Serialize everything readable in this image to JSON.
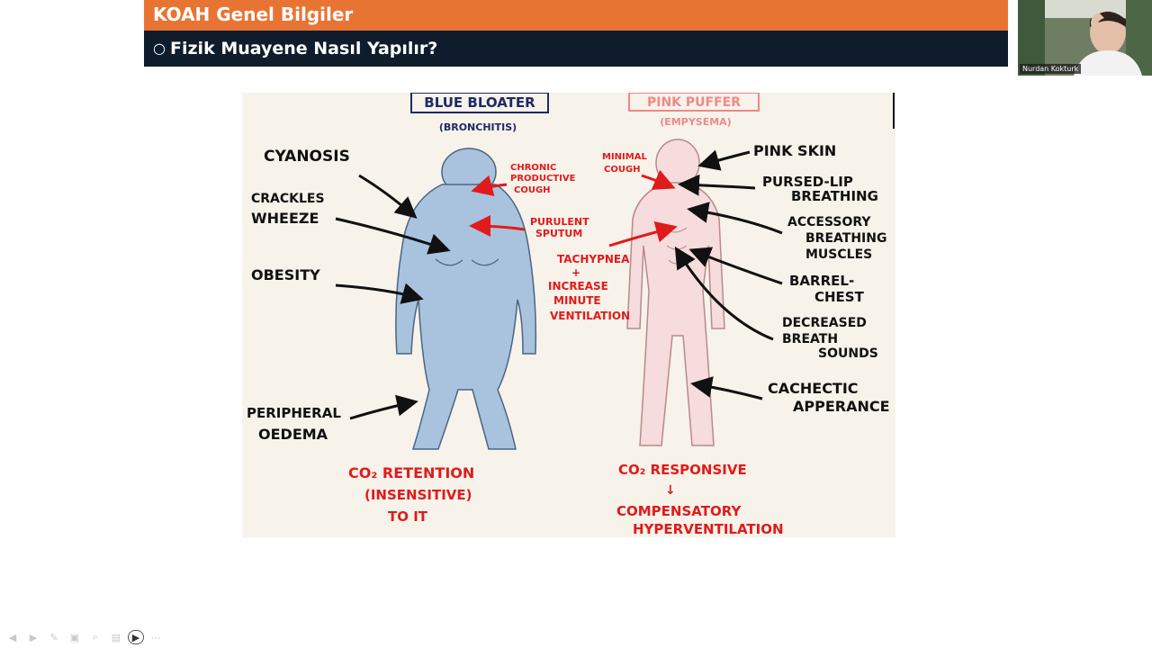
{
  "slide": {
    "title": "KOAH Genel Bilgiler",
    "subtitle_bullet": "○",
    "subtitle": "Fizik Muayene Nasıl Yapılır?"
  },
  "webcam": {
    "participant_name": "Nurdan Kokturk"
  },
  "figure": {
    "left_heading": "BLUE BLOATER",
    "left_subheading": "(BRONCHITIS)",
    "right_heading": "PINK PUFFER",
    "right_subheading": "(EMPYSEMA)",
    "left_labels": {
      "cyanosis": "CYANOSIS",
      "crackles": "CRACKLES",
      "wheeze": "WHEEZE",
      "obesity": "OBESITY",
      "peripheral": "PERIPHERAL",
      "oedema": "OEDEMA"
    },
    "left_red_labels": {
      "chronic_1": "CHRONIC",
      "chronic_2": "PRODUCTIVE",
      "chronic_3": "COUGH",
      "purulent_1": "PURULENT",
      "purulent_2": "SPUTUM"
    },
    "middle_red_labels": {
      "minimal_1": "MINIMAL",
      "minimal_2": "COUGH",
      "tachy_1": "TACHYPNEA",
      "tachy_2": "+",
      "tachy_3": "INCREASE",
      "tachy_4": "MINUTE",
      "tachy_5": "VENTILATION"
    },
    "right_labels": {
      "pink_skin": "PINK SKIN",
      "pursed_1": "PURSED-LIP",
      "pursed_2": "BREATHING",
      "accessory_1": "ACCESSORY",
      "accessory_2": "BREATHING",
      "accessory_3": "MUSCLES",
      "barrel_1": "BARREL-",
      "barrel_2": "CHEST",
      "decreased_1": "DECREASED",
      "decreased_2": "BREATH",
      "decreased_3": "SOUNDS",
      "cachectic_1": "CACHECTIC",
      "cachectic_2": "APPERANCE"
    },
    "bottom_left": {
      "line1": "CO₂ RETENTION",
      "line2": "(INSENSITIVE)",
      "line3": "TO IT"
    },
    "bottom_right": {
      "line1": "CO₂ RESPONSIVE",
      "line2": "↓",
      "line3": "COMPENSATORY",
      "line4": "HYPERVENTILATION"
    }
  },
  "toolbar": {
    "icons": [
      "prev-icon",
      "next-icon",
      "pen-icon",
      "slides-icon",
      "zoom-icon",
      "subtitles-icon",
      "camera-icon",
      "more-icon"
    ]
  },
  "colors": {
    "title_bar": "#e87434",
    "subtitle_bar": "#0f1c2b",
    "blue_body": "#a9c3de",
    "pink_body": "#f6dcdc",
    "red_ink": "#e01b1b",
    "black_ink": "#111111"
  }
}
